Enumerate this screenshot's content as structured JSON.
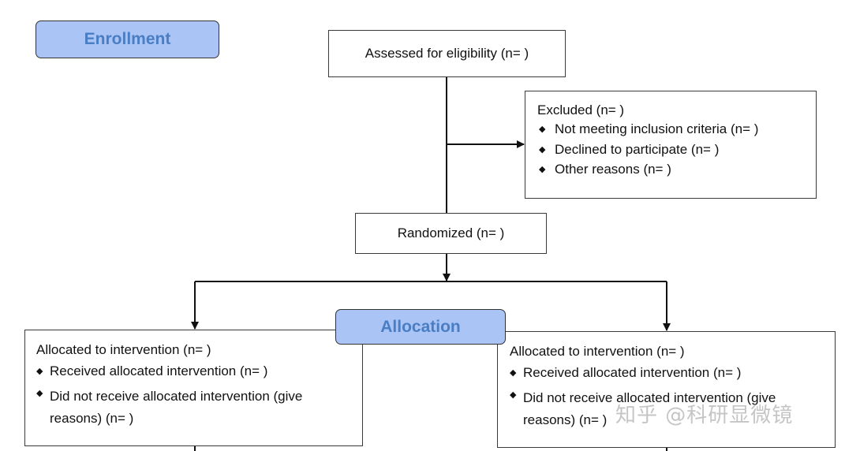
{
  "phases": {
    "enrollment": "Enrollment",
    "allocation": "Allocation"
  },
  "assessed": "Assessed for eligibility (n=   )",
  "excluded": {
    "title": "Excluded  (n=    )",
    "items": [
      "Not meeting inclusion criteria (n=   )",
      "Declined to participate (n=   )",
      "Other reasons (n=   )"
    ]
  },
  "randomized": "Randomized (n=   )",
  "arm_left": {
    "title": "Allocated to intervention (n=   )",
    "items": [
      "Received allocated intervention (n=   )",
      "Did not receive allocated intervention (give reasons) (n=   )"
    ]
  },
  "arm_right": {
    "title": "Allocated to intervention (n=   )",
    "items": [
      "Received allocated intervention (n=   )",
      "Did not receive allocated intervention (give reasons) (n=   )"
    ]
  },
  "watermark": "知乎 @科研显微镜",
  "colors": {
    "phase_fill": "#a9c4f5",
    "phase_text": "#4a7ec4",
    "line": "#111111"
  }
}
